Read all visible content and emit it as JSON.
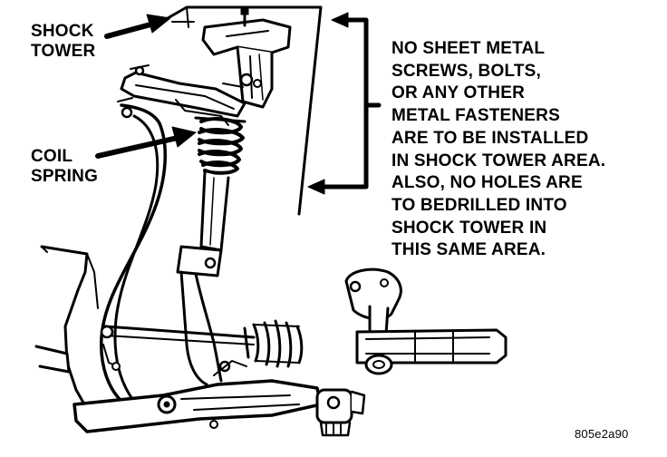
{
  "labels": {
    "shock_tower": [
      "SHOCK",
      "TOWER"
    ],
    "coil_spring": [
      "COIL",
      "SPRING"
    ]
  },
  "note_lines": [
    "NO SHEET METAL",
    "SCREWS, BOLTS,",
    "OR ANY OTHER",
    "METAL FASTENERS",
    "ARE TO BE INSTALLED",
    "IN SHOCK TOWER AREA.",
    "ALSO, NO HOLES ARE",
    "TO BEDRILLED INTO",
    "SHOCK TOWER IN",
    "THIS SAME AREA."
  ],
  "figure_id": "805e2a90",
  "colors": {
    "ink": "#000000",
    "paper": "#ffffff"
  }
}
